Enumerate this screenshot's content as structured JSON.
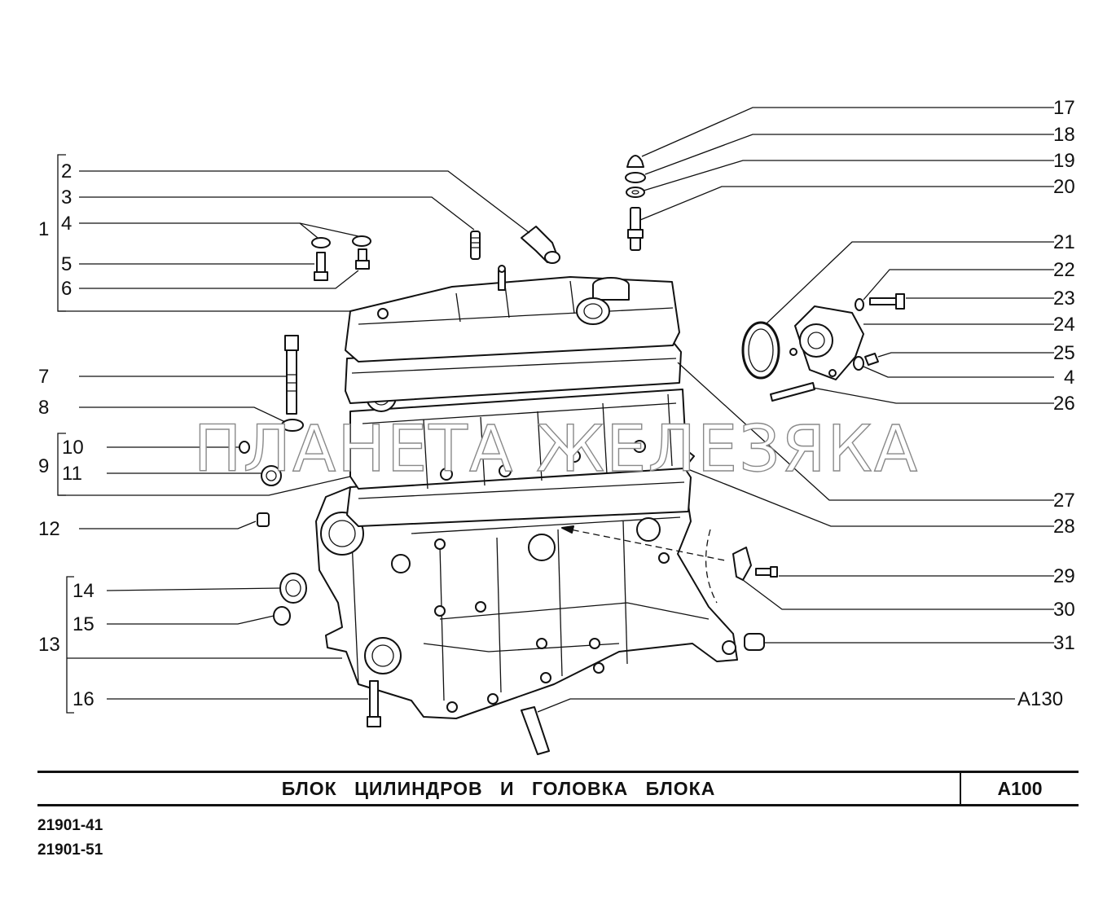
{
  "watermark": "ПЛАНЕТА ЖЕЛЕЗЯКА",
  "callouts": {
    "c1": "1",
    "c2": "2",
    "c3": "3",
    "c4a": "4",
    "c5": "5",
    "c6": "6",
    "c7": "7",
    "c8": "8",
    "c9": "9",
    "c10": "10",
    "c11": "11",
    "c12": "12",
    "c13": "13",
    "c14": "14",
    "c15": "15",
    "c16": "16",
    "c17": "17",
    "c18": "18",
    "c19": "19",
    "c20": "20",
    "c21": "21",
    "c22": "22",
    "c23": "23",
    "c24": "24",
    "c25": "25",
    "c4b": "4",
    "c26": "26",
    "c27": "27",
    "c28": "28",
    "c29": "29",
    "c30": "30",
    "c31": "31",
    "a130": "A130"
  },
  "title_block": {
    "title": "БЛОК ЦИЛИНДРОВ И ГОЛОВКА БЛОКА",
    "code": "A100"
  },
  "models": [
    "21901-41",
    "21901-51"
  ]
}
